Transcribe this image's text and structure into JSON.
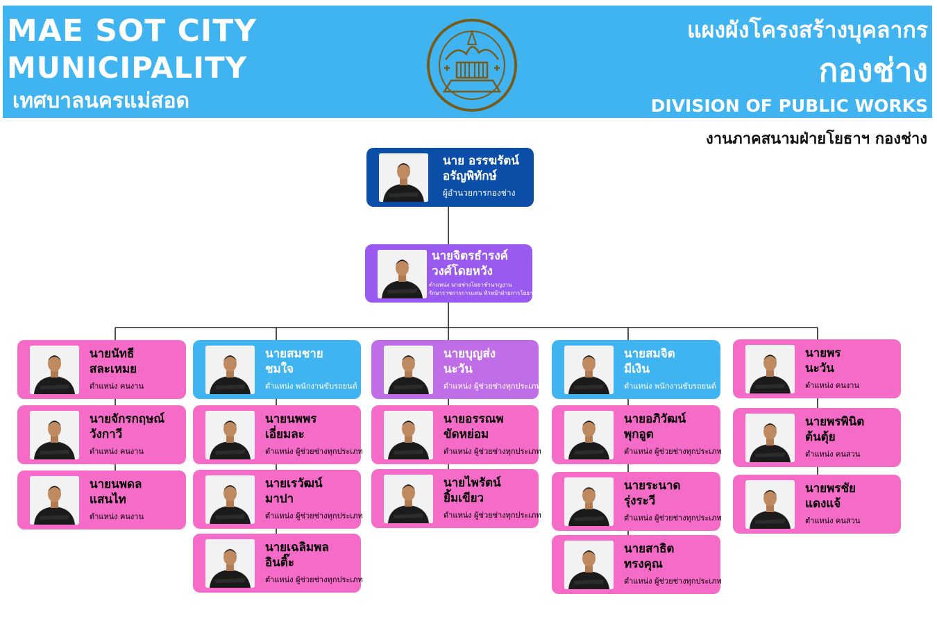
{
  "header": {
    "title_en_line1": "MAE SOT  CITY",
    "title_en_line2": "MUNICIPALITY",
    "title_th": "เทศบาลนครแม่สอด",
    "chart_title_th": "แผงผังโครงสร้างบุคลากร",
    "division_th": "กองช่าง",
    "division_en": "DIVISION OF PUBLIC WORKS",
    "seal_icon": "municipal-seal-icon",
    "subheading": "งานภาคสนามฝ่ายโยธาฯ กองช่าง"
  },
  "colors": {
    "banner": "#3fb4f1",
    "director": "#0a4ea8",
    "head": "#9a5af0",
    "blue": "#3fb4f1",
    "violet": "#c06ee8",
    "pink": "#f56bc8"
  },
  "director": {
    "name1": "นาย อรรฆรัตน์",
    "name2": "อรัญพิทักษ์",
    "position": "ผู้อำนวยการกองช่าง"
  },
  "head": {
    "name1": "นายจิตรธำรงค์",
    "name2": "วงศ์โดยหวัง",
    "position1": "ตำแหน่ง นายช่างโยธาชำนาญงาน",
    "position2": "รักษาราชการการแทน หัวหน้าฝ่ายการโยธา"
  },
  "columns": [
    [
      {
        "name1": "นายนัทธี",
        "name2": "สละเหมย",
        "position": "ตำแหน่ง   คนงาน"
      },
      {
        "name1": "นายจักรกฤษณ์",
        "name2": "วังกาวี",
        "position": "ตำแหน่ง   คนงาน"
      },
      {
        "name1": "นายนพดล",
        "name2": "แสนไท",
        "position": "ตำแหน่ง   คนงาน"
      }
    ],
    [
      {
        "name1": "นายสมชาย",
        "name2": "ชมใจ",
        "position": "ตำแหน่ง พนักงานขับรถยนต์"
      },
      {
        "name1": "นายนพพร",
        "name2": "เอี่ยมละ",
        "position": "ตำแหน่ง ผู้ช่วยช่างทุกประเภท"
      },
      {
        "name1": "นายเรวัฒน์",
        "name2": "มาปา",
        "position": "ตำแหน่ง ผู้ช่วยช่างทุกประเภท"
      },
      {
        "name1": "นายเฉลิมพล",
        "name2": "อินติ๊ะ",
        "position": "ตำแหน่ง ผู้ช่วยช่างทุกประเภท"
      }
    ],
    [
      {
        "name1": "นายบุญส่ง",
        "name2": "นะวัน",
        "position": "ตำแหน่ง ผู้ช่วยช่างทุกประเภท"
      },
      {
        "name1": "นายอรรณพ",
        "name2": "ขัดหย่อม",
        "position": "ตำแหน่ง ผู้ช่วยช่างทุกประเภท"
      },
      {
        "name1": "นายไพรัตน์",
        "name2": "ยิ้มเขียว",
        "position": "ตำแหน่ง ผู้ช่วยช่างทุกประเภท"
      }
    ],
    [
      {
        "name1": "นายสมจิต",
        "name2": "มีเงิน",
        "position": "ตำแหน่ง พนักงานขับรถยนต์"
      },
      {
        "name1": "นายอภิวัฒน์",
        "name2": "พุกอูต",
        "position": "ตำแหน่ง ผู้ช่วยช่างทุกประเภท"
      },
      {
        "name1": "นายระนาด",
        "name2": "รุ่งระวี",
        "position": "ตำแหน่ง ผู้ช่วยช่างทุกประเภท"
      },
      {
        "name1": "นายสาธิต",
        "name2": "ทรงคุณ",
        "position": "ตำแหน่ง ผู้ช่วยช่างทุกประเภท"
      }
    ],
    [
      {
        "name1": "นายพร",
        "name2": "นะวัน",
        "position": "ตำแหน่ง   คนงาน"
      },
      {
        "name1": "นายพรพินิต",
        "name2": "ต้นตุ้ย",
        "position": "ตำแหน่ง   คนสวน"
      },
      {
        "name1": "นายพรชัย",
        "name2": "แดงแจ้",
        "position": "ตำแหน่ง   คนสวน"
      }
    ]
  ]
}
